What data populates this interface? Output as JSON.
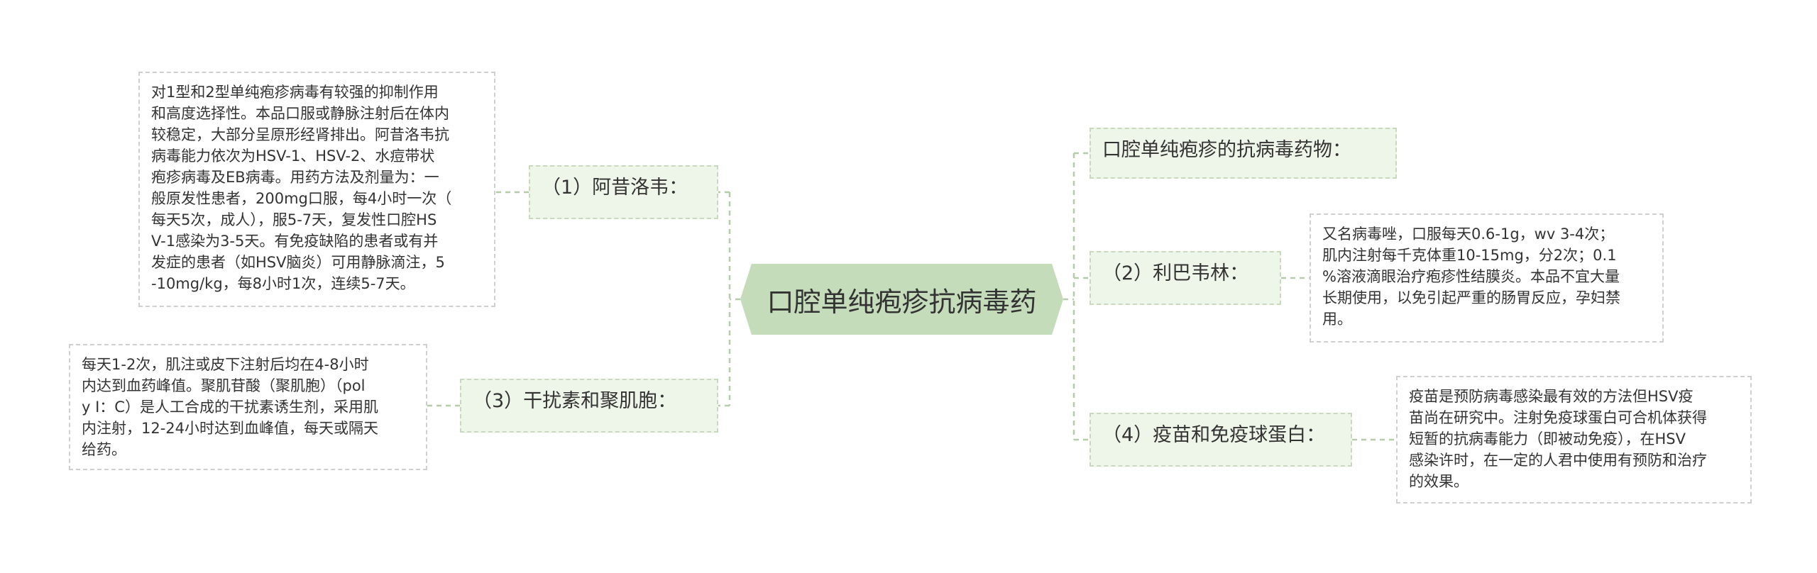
{
  "central": {
    "title": "口腔单纯疱疹抗病毒药"
  },
  "branches": {
    "b1": "（1）阿昔洛韦：",
    "b3": "（3）干扰素和聚肌胞：",
    "top": "口腔单纯疱疹的抗病毒药物：",
    "b2": "（2）利巴韦林：",
    "b4": "（4）疫苗和免疫球蛋白："
  },
  "leaves": {
    "b1": [
      "对1型和2型单纯疱疹病毒有较强的抑制作用",
      "和高度选择性。本品口服或静脉注射后在体内",
      "较稳定，大部分呈原形经肾排出。阿昔洛韦抗",
      "病毒能力依次为HSV-1、HSV-2、水痘带状",
      "疱疹病毒及EB病毒。用药方法及剂量为：一",
      "般原发性患者，200mg口服，每4小时一次（",
      "每天5次，成人），服5-7天，复发性口腔HS",
      "V-1感染为3-5天。有免疫缺陷的患者或有并",
      "发症的患者（如HSV脑炎）可用静脉滴注，5",
      "-10mg/kg，每8小时1次，连续5-7天。"
    ],
    "b3": [
      "每天1-2次，肌注或皮下注射后均在4-8小时",
      "内达到血药峰值。聚肌苷酸（聚肌胞）（pol",
      "y I：C）是人工合成的干扰素诱生剂，采用肌",
      "内注射，12-24小时达到血峰值，每天或隔天",
      "给药。"
    ],
    "b2": [
      "又名病毒唑，口服每天0.6-1g，wv 3-4次；",
      "肌内注射每千克体重10-15mg，分2次；0.1",
      "%溶液滴眼治疗疱疹性结膜炎。本品不宜大量",
      "长期使用，以免引起严重的肠胃反应，孕妇禁",
      "用。"
    ],
    "b4": [
      "疫苗是预防病毒感染最有效的方法但HSV疫",
      "苗尚在研究中。注射免疫球蛋白可合机体获得",
      "短暂的抗病毒能力（即被动免疫），在HSV",
      "感染许时，在一定的人君中使用有预防和治疗",
      "的效果。"
    ]
  },
  "colors": {
    "central_fill": "#c5dcbb",
    "branch_fill": "#eef5e9",
    "branch_border": "#c9d9be",
    "leaf_border": "#cfcfcf",
    "connector": "#b5cca9"
  }
}
